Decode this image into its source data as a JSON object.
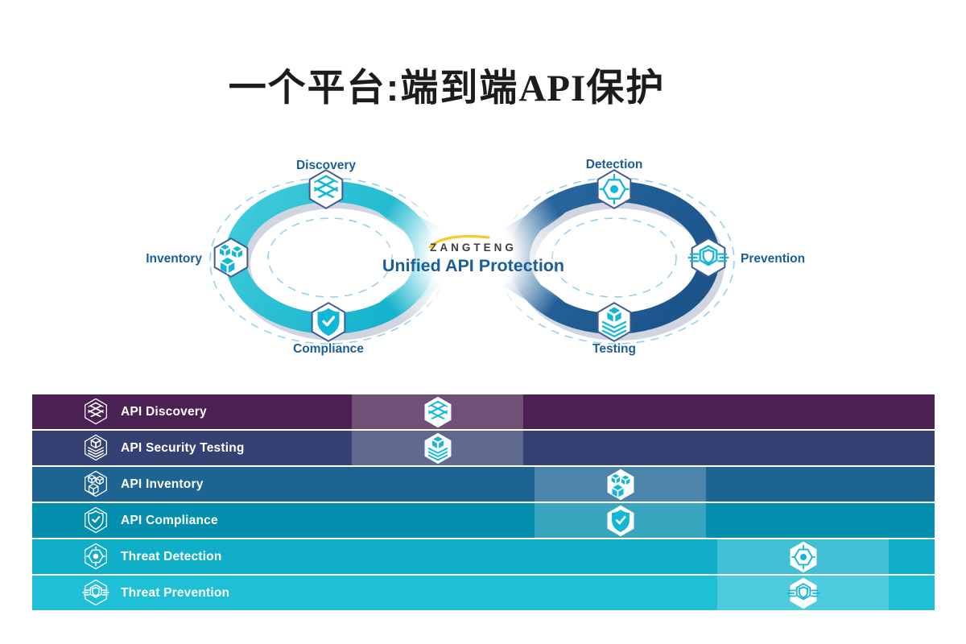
{
  "page": {
    "title_prefix": "一个平台:端到端",
    "title_api": "API",
    "title_suffix": "保护"
  },
  "diagram": {
    "center": {
      "brand": "ZANGTENG",
      "caption": "Unified API Protection"
    },
    "nodes": [
      {
        "id": "discovery",
        "label": "Discovery",
        "icon": "mesh-hexagon-icon",
        "loop": "left"
      },
      {
        "id": "inventory",
        "label": "Inventory",
        "icon": "cubes-hexagon-icon",
        "loop": "left"
      },
      {
        "id": "compliance",
        "label": "Compliance",
        "icon": "shield-check-hexagon-icon",
        "loop": "left"
      },
      {
        "id": "detection",
        "label": "Detection",
        "icon": "target-hexagon-icon",
        "loop": "right"
      },
      {
        "id": "prevention",
        "label": "Prevention",
        "icon": "shield-speed-hexagon-icon",
        "loop": "right"
      },
      {
        "id": "testing",
        "label": "Testing",
        "icon": "layers-cube-hexagon-icon",
        "loop": "right"
      }
    ]
  },
  "table": {
    "rows": [
      {
        "label": "API Discovery",
        "icon": "mesh-hexagon-icon",
        "base": "#4B2154",
        "highlight_col": 0
      },
      {
        "label": "API Security Testing",
        "icon": "layers-cube-hexagon-icon",
        "base": "#364173",
        "highlight_col": 0
      },
      {
        "label": "API Inventory",
        "icon": "cubes-hexagon-icon",
        "base": "#1E6492",
        "highlight_col": 1
      },
      {
        "label": "API Compliance",
        "icon": "shield-check-hexagon-icon",
        "base": "#058FAE",
        "highlight_col": 1
      },
      {
        "label": "Threat Detection",
        "icon": "target-hexagon-icon",
        "base": "#10AEC9",
        "highlight_col": 2
      },
      {
        "label": "Threat Prevention",
        "icon": "shield-speed-hexagon-icon",
        "base": "#1FBFD5",
        "highlight_col": 2
      }
    ]
  },
  "theme": {
    "accent_cyan": "#12B7D8",
    "left_loop_teal": "#17BCCF",
    "right_loop_blue": "#1E5C94",
    "label_blue": "#1B5E97",
    "swoosh_yellow": "#F0CD2A",
    "title_black": "#1C1C1C",
    "highlight_overlay": "rgba(255,255,255,0.21)"
  }
}
